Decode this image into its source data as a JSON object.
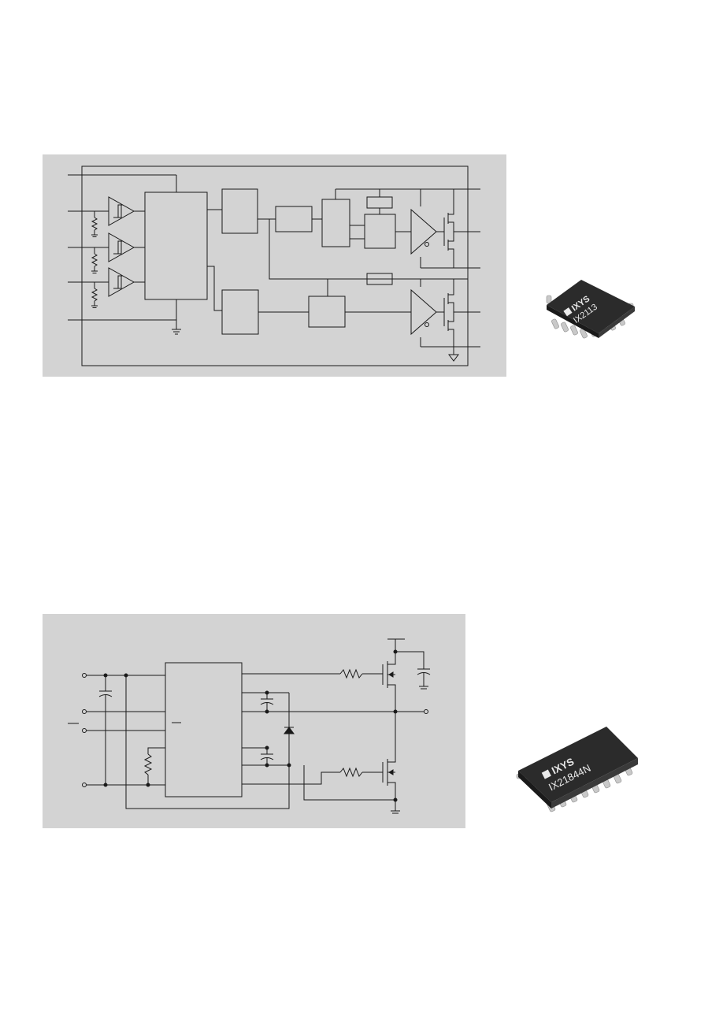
{
  "figures": {
    "block_diagram": {
      "label_top": ""
    },
    "application_circuit": {
      "label_top": ""
    }
  },
  "chip_photos": {
    "top": {
      "logo_text": "IXYS",
      "part_number": "IX2113"
    },
    "bottom": {
      "logo_text": "IXYS",
      "part_number": "IX21844N"
    }
  },
  "colors": {
    "panel_bg": "#d3d3d3",
    "line": "#1a1a1a",
    "chip_body": "#2b2b2b",
    "chip_pin": "#c9c9c9",
    "chip_text": "#eaeaea"
  }
}
